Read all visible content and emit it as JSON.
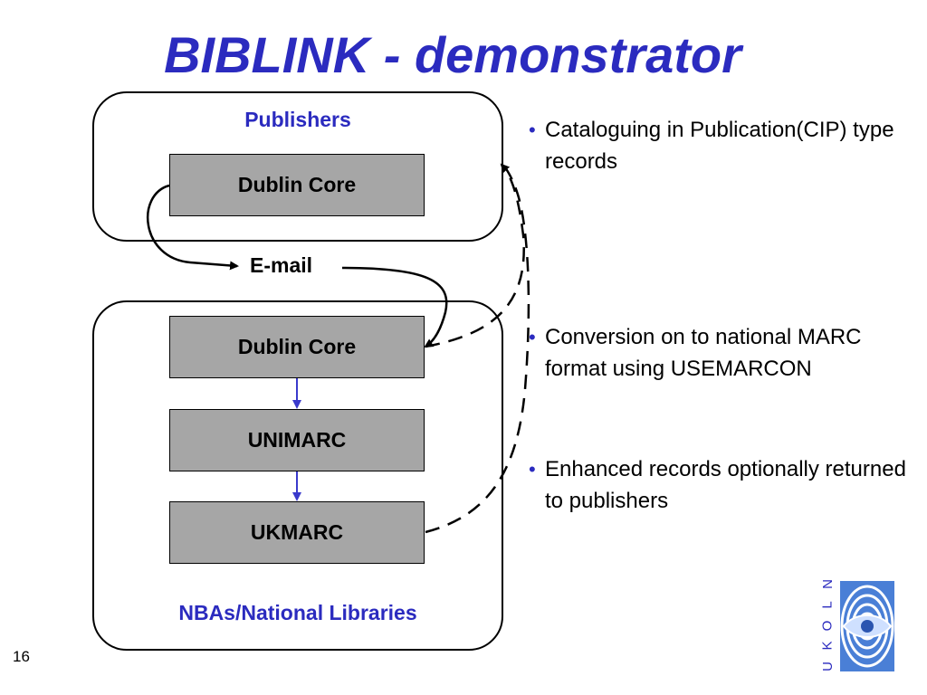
{
  "title": "BIBLINK - demonstrator",
  "publishers": {
    "label": "Publishers",
    "box": "Dublin Core"
  },
  "email_label": "E-mail",
  "libraries": {
    "label": "NBAs/National Libraries",
    "boxes": [
      "Dublin Core",
      "UNIMARC",
      "UKMARC"
    ]
  },
  "bullets": [
    "Cataloguing in Publication(CIP) type records",
    "Conversion on to national MARC format using USEMARCON",
    "Enhanced records optionally returned to publishers"
  ],
  "page_number": "16",
  "logo": {
    "text": "UKOLN",
    "icon": "ukoln-eye-logo-icon"
  },
  "colors": {
    "title": "#2b2bbf",
    "box_fill": "#a6a6a6",
    "flow_arrow": "#3a3acc",
    "logo_blue": "#3366cc"
  }
}
